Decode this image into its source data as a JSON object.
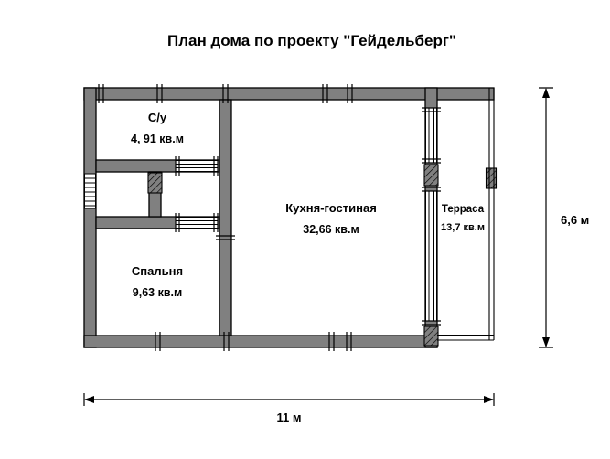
{
  "title": "План дома по проекту \"Гейдельберг\"",
  "rooms": {
    "bathroom": {
      "name": "С/у",
      "area": "4, 91 кв.м"
    },
    "kitchen_living": {
      "name": "Кухня-гостиная",
      "area": "32,66 кв.м"
    },
    "terrace": {
      "name": "Терраса",
      "area": "13,7 кв.м"
    },
    "bedroom": {
      "name": "Спальня",
      "area": "9,63 кв.м"
    }
  },
  "dimensions": {
    "width_label": "11 м",
    "height_label": "6,6 м"
  },
  "colors": {
    "background": "#ffffff",
    "wall_fill": "#808080",
    "outline": "#000000",
    "text": "#000000"
  }
}
